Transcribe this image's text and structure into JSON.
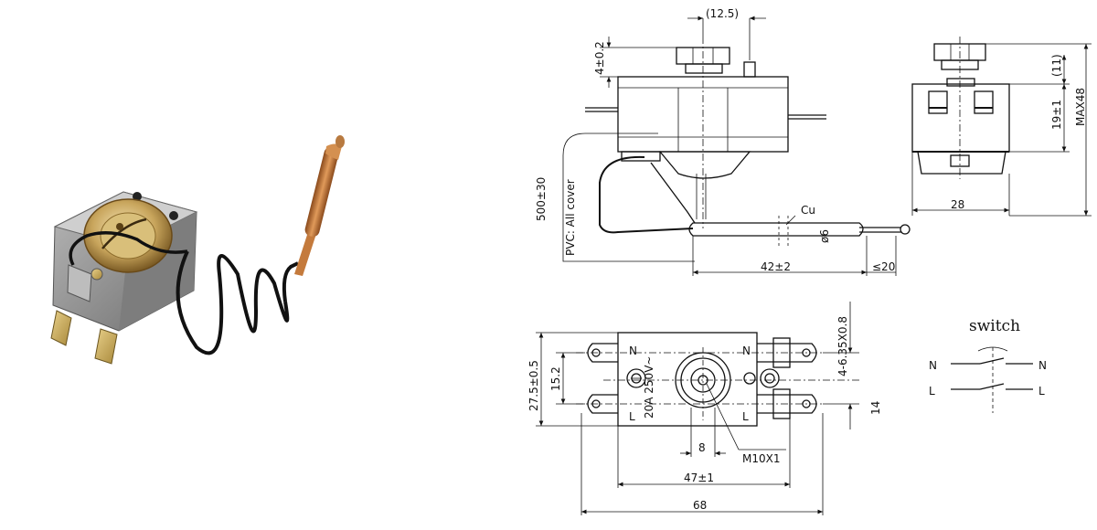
{
  "photo": {
    "alt_icon": "thermostat-product-photo"
  },
  "dims": {
    "top_width": "(12.5)",
    "nut_height": "4±0.2",
    "cable": "500±30",
    "pvc": "PVC: All cover",
    "cu": "Cu",
    "bulb_dia": "ø6",
    "bulb_len": "42±2",
    "tip": "≤20",
    "side_11": "(11)",
    "side_19": "19±1",
    "side_max": "MAX48",
    "side_width": "28",
    "terminal_spec": "4-6.35X0.8",
    "height_275": "27.5±0.5",
    "height_152": "15.2",
    "pitch_14": "14",
    "w8": "8",
    "thread": "M10X1",
    "w47": "47±1",
    "w68": "68",
    "label_n": "N",
    "label_l": "L",
    "rating": "20A 250V~"
  },
  "switch": {
    "title": "switch",
    "n_left": "N",
    "n_right": "N",
    "l_left": "L",
    "l_right": "L"
  }
}
